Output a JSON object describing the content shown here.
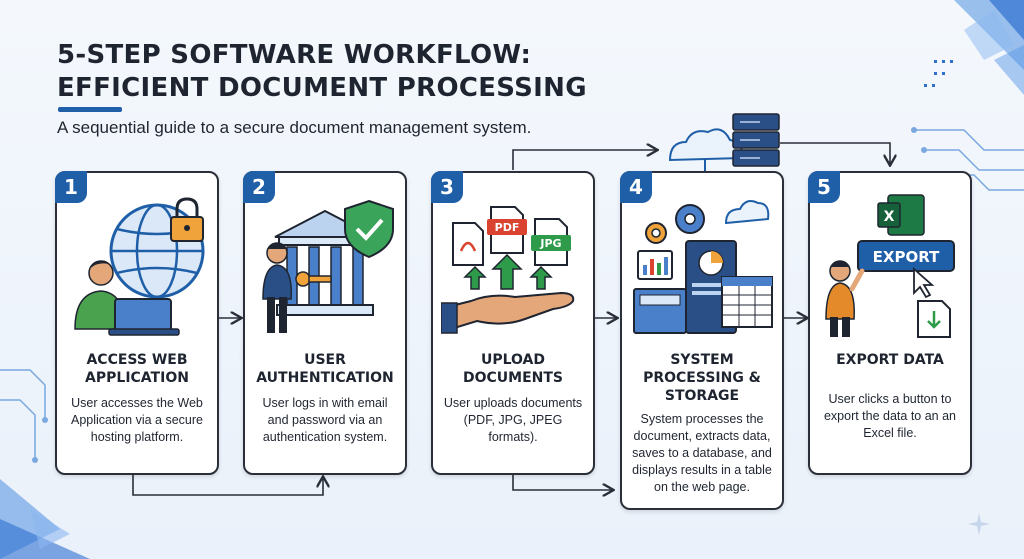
{
  "title": {
    "line1": "5-STEP SOFTWARE WORKFLOW:",
    "line2": "EFFICIENT DOCUMENT PROCESSING"
  },
  "subtitle": "A sequential guide to a secure document management system.",
  "steps": [
    {
      "number": "1",
      "title": "ACCESS WEB APPLICATION",
      "description": "User accesses the Web Application via a secure hosting platform."
    },
    {
      "number": "2",
      "title": "USER AUTHENTICATION",
      "description": "User logs in with email and password via an authentication system."
    },
    {
      "number": "3",
      "title": "UPLOAD DOCUMENTS",
      "description": "User uploads documents (PDF, JPG, JPEG formats)."
    },
    {
      "number": "4",
      "title": "SYSTEM PROCESSING & STORAGE",
      "description": "System processes the document, extracts data, saves to a database, and displays results in a table on the web page."
    },
    {
      "number": "5",
      "title": "EXPORT DATA",
      "description": "User clicks a button to export the data to an an Excel file."
    }
  ],
  "file_labels": {
    "pdf": "PDF",
    "jpg": "JPG"
  },
  "export_button_label": "EXPORT",
  "excel_icon_letter": "X",
  "colors": {
    "accent_blue": "#1f5fa8",
    "card_border": "#2a2f3a",
    "arrow_green": "#2e9b4a",
    "pdf_red": "#d9432f",
    "jpg_green": "#2e9b4a",
    "excel_green": "#1e7a45",
    "skin": "#e3a77a",
    "shirt_green": "#4aa24f",
    "shirt_orange": "#e48a2a",
    "shield_green": "#3aa55a"
  },
  "icons": [
    "globe-icon",
    "lock-icon",
    "laptop-icon",
    "bank-building-icon",
    "shield-check-icon",
    "key-icon",
    "pdf-file-icon",
    "jpg-file-icon",
    "file-icon",
    "upload-arrow-icon",
    "hand-icon",
    "cloud-icon",
    "server-icon",
    "gear-icon",
    "chart-icon",
    "table-icon",
    "excel-icon",
    "export-button-icon",
    "cursor-icon",
    "download-file-icon"
  ]
}
